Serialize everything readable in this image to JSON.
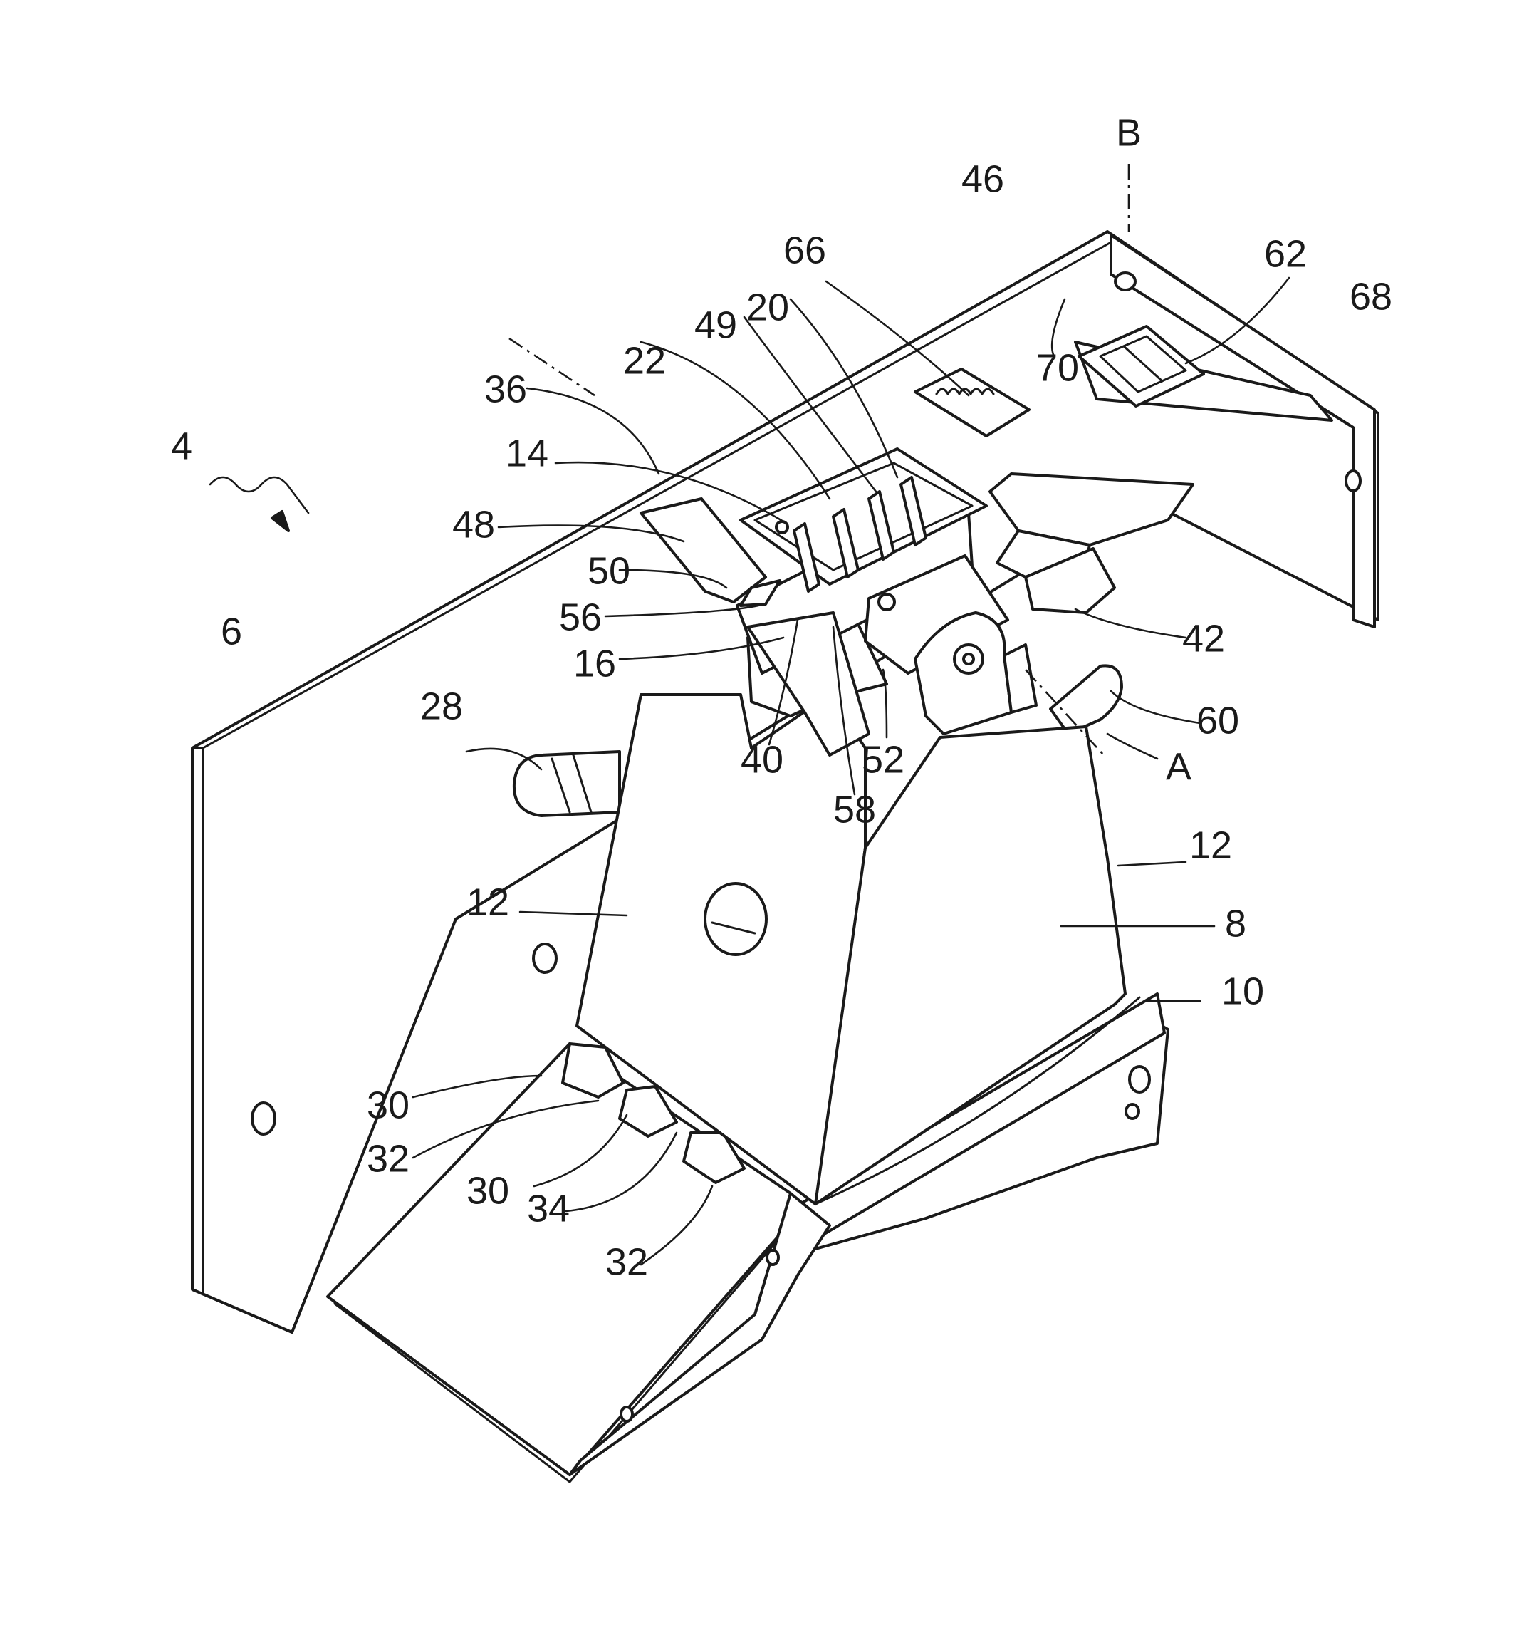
{
  "figure": {
    "reference_numerals": {
      "assembly": "4",
      "plate": "6",
      "housing": "8",
      "base": "10",
      "side_wall_left": "12",
      "side_wall_right": "12",
      "num_14": "14",
      "num_16": "16",
      "num_20": "20",
      "num_22": "22",
      "num_28": "28",
      "num_30_a": "30",
      "num_30_b": "30",
      "num_32_a": "32",
      "num_32_b": "32",
      "num_34": "34",
      "num_36": "36",
      "num_40": "40",
      "num_42": "42",
      "num_46": "46",
      "num_48": "48",
      "num_49": "49",
      "num_50": "50",
      "num_52": "52",
      "num_56": "56",
      "num_58": "58",
      "num_60": "60",
      "num_62": "62",
      "num_66": "66",
      "num_68": "68",
      "num_70": "70",
      "axis_a": "A",
      "axis_b": "B"
    }
  }
}
